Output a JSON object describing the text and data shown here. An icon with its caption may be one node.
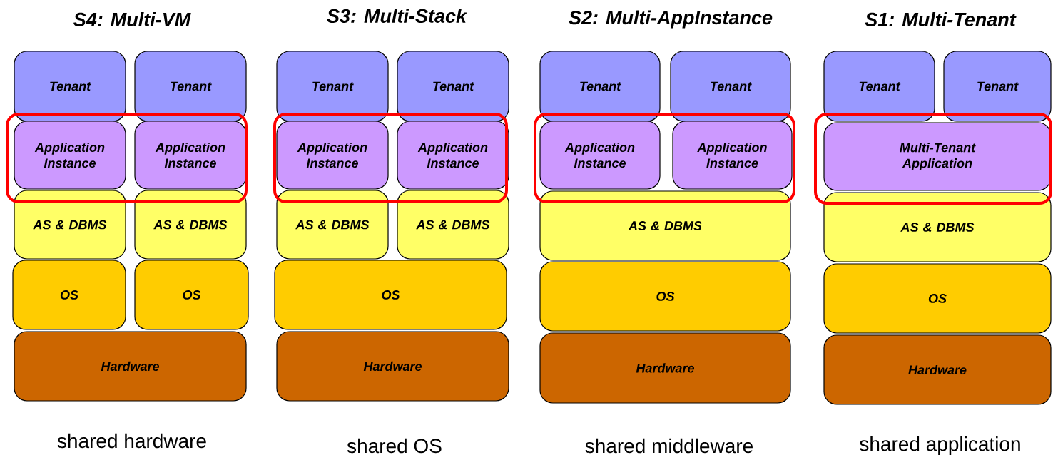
{
  "diagram": {
    "nodes": [
      {
        "text": [
          "Tenant"
        ]
      },
      {
        "text": [
          "Tenant"
        ]
      },
      {
        "text": [],
        "shape": "box"
      },
      {
        "text": [
          "Application Instance"
        ],
        "in": 2
      },
      {
        "text": [
          "Application Instance"
        ],
        "in": 2
      },
      {
        "text": [
          "AS & DBMS"
        ]
      },
      {
        "text": [
          "AS & DBMS"
        ]
      },
      {
        "text": [
          "OS"
        ]
      },
      {
        "text": [
          "OS"
        ]
      },
      {
        "text": [
          "Hardware"
        ]
      },
      {
        "text": [
          "Tenant"
        ]
      },
      {
        "text": [
          "Tenant"
        ]
      },
      {
        "text": [],
        "shape": "box"
      },
      {
        "text": [
          "Application Instance"
        ],
        "in": 12
      },
      {
        "text": [
          "Application Instance"
        ],
        "in": 12
      },
      {
        "text": [
          "AS & DBMS"
        ]
      },
      {
        "text": [
          "AS & DBMS"
        ]
      },
      {
        "text": [
          "OS"
        ]
      },
      {
        "text": [
          "Hardware"
        ]
      },
      {
        "text": [
          "Tenant"
        ]
      },
      {
        "text": [
          "Tenant"
        ]
      },
      {
        "text": [],
        "shape": "box"
      },
      {
        "text": [
          "Application Instance"
        ],
        "in": 21
      },
      {
        "text": [
          "Application Instance"
        ],
        "in": 21
      },
      {
        "text": [
          "AS & DBMS"
        ]
      },
      {
        "text": [
          "OS"
        ]
      },
      {
        "text": [
          "Hardware"
        ]
      },
      {
        "text": [
          "Tenant"
        ]
      },
      {
        "text": [
          "Tenant"
        ]
      },
      {
        "text": [],
        "shape": "box"
      },
      {
        "text": [
          "Multi-Tenant Application"
        ],
        "in": 29
      },
      {
        "text": [
          "AS & DBMS"
        ]
      },
      {
        "text": [
          "OS"
        ]
      },
      {
        "text": [
          "Hardware"
        ]
      }
    ],
    "labels": [
      "S4: Multi-VM",
      "S3: Multi-Stack",
      "S2: Multi-AppInstance",
      "S1: Multi-Tenant",
      "shared hardware",
      "shared OS",
      "shared middleware",
      "shared application"
    ]
  }
}
